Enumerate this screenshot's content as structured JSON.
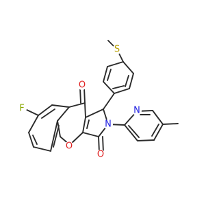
{
  "structure": {
    "atoms": {
      "F": {
        "symbol": "F",
        "color": "#8aa800"
      },
      "O_ketone": {
        "symbol": "O",
        "color": "#e02020"
      },
      "O_ring": {
        "symbol": "O",
        "color": "#e02020"
      },
      "O_lactam": {
        "symbol": "O",
        "color": "#e02020"
      },
      "N_lactam": {
        "symbol": "N",
        "color": "#2020e0"
      },
      "N_pyridine": {
        "symbol": "N",
        "color": "#2020e0"
      },
      "S": {
        "symbol": "S",
        "color": "#b8a000"
      }
    },
    "bond_color": "#2b2b2b"
  }
}
